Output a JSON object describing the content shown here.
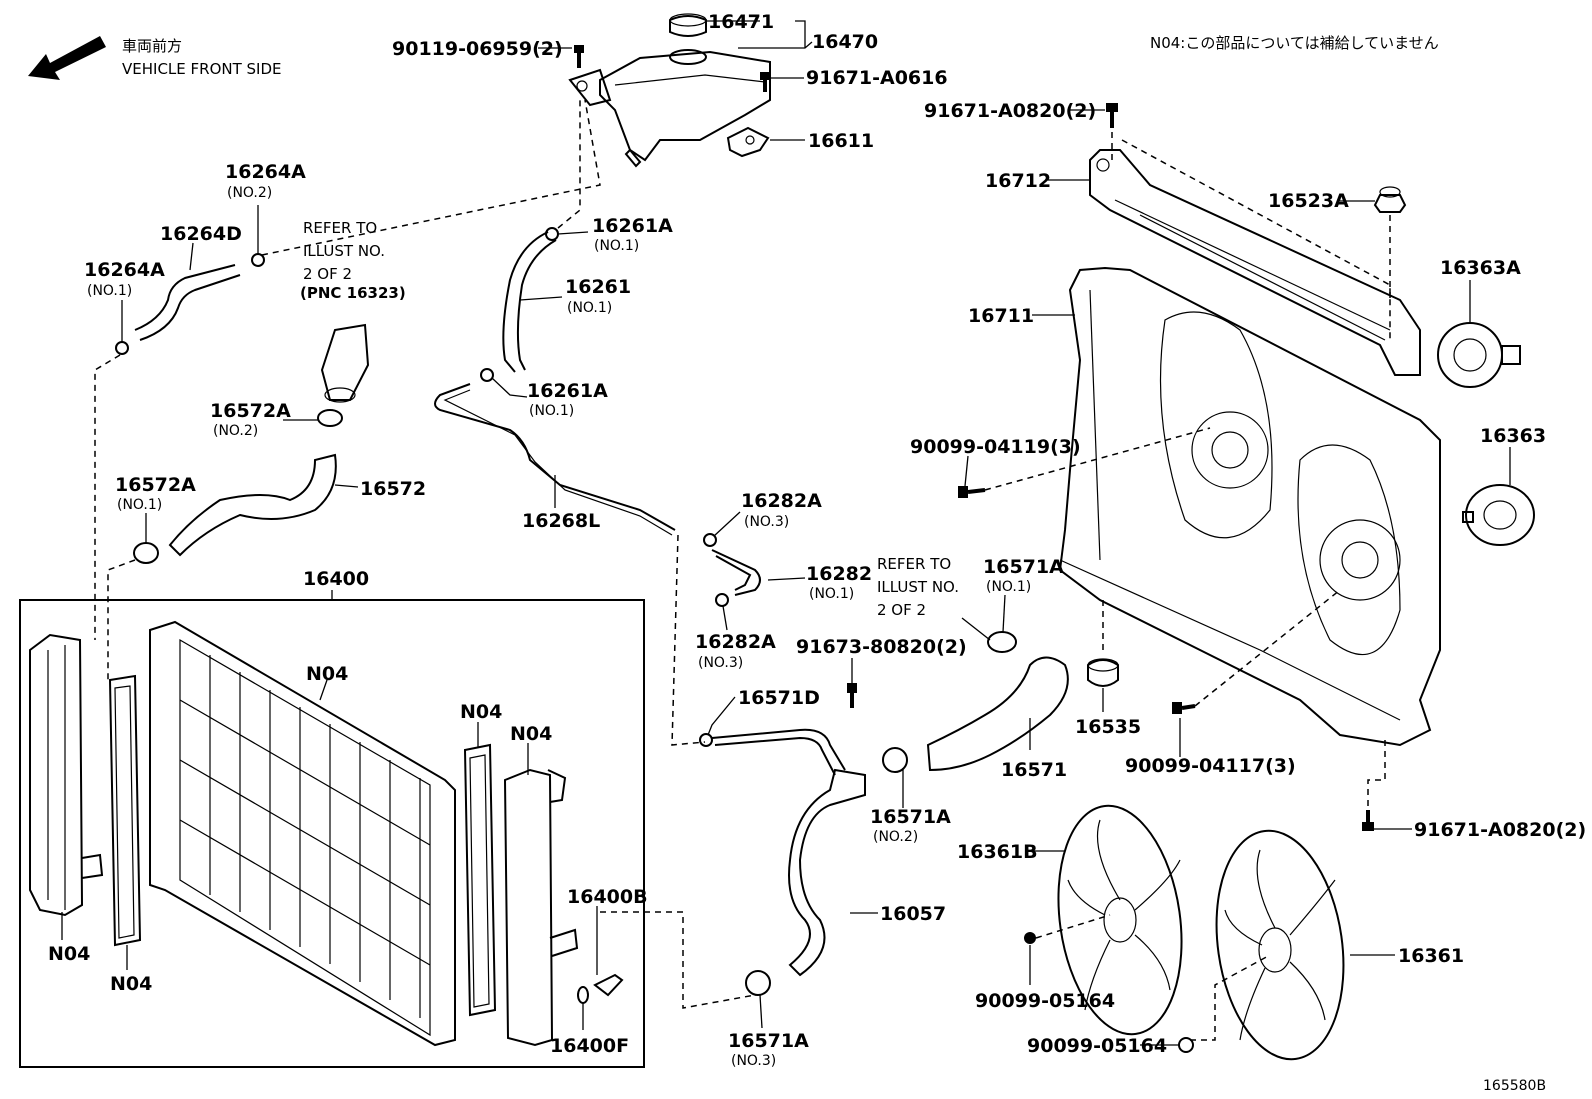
{
  "direction": {
    "jp": "車両前方",
    "en": "VEHICLE FRONT SIDE"
  },
  "note": "N04:この部品については補給していません",
  "drawing_id": "165580B",
  "refer_notes": {
    "a": {
      "l1": "REFER TO",
      "l2": "ILLUST NO.",
      "l3": "2 OF 2",
      "l4": "(PNC 16323)"
    },
    "b": {
      "l1": "REFER TO",
      "l2": "ILLUST NO.",
      "l3": "2 OF 2"
    }
  },
  "callouts": {
    "p16471": "16471",
    "p16470": "16470",
    "p90119": "90119-06959(2)",
    "p91671a0616": "91671-A0616",
    "p16611": "16611",
    "p91671a0820top": "91671-A0820(2)",
    "p16712": "16712",
    "p16523a": "16523A",
    "p16363a": "16363A",
    "p16711": "16711",
    "p16363": "16363",
    "p90099_04119": "90099-04119(3)",
    "p16264a2": "16264A",
    "p16264a2_sub": "(NO.2)",
    "p16264d": "16264D",
    "p16264a1": "16264A",
    "p16264a1_sub": "(NO.1)",
    "p16261a1": "16261A",
    "p16261a1_sub": "(NO.1)",
    "p16261": "16261",
    "p16261_sub": "(NO.1)",
    "p16261a2": "16261A",
    "p16261a2_sub": "(NO.1)",
    "p16572a2": "16572A",
    "p16572a2_sub": "(NO.2)",
    "p16572a1": "16572A",
    "p16572a1_sub": "(NO.1)",
    "p16572": "16572",
    "p16268l": "16268L",
    "p16282a_top": "16282A",
    "p16282a_top_sub": "(NO.3)",
    "p16282": "16282",
    "p16282_sub": "(NO.1)",
    "p16282a_bot": "16282A",
    "p16282a_bot_sub": "(NO.3)",
    "p16571a1": "16571A",
    "p16571a1_sub": "(NO.1)",
    "p91673": "91673-80820(2)",
    "p16535": "16535",
    "p90099_04117": "90099-04117(3)",
    "p16571d": "16571D",
    "p16571": "16571",
    "p16571a2": "16571A",
    "p16571a2_sub": "(NO.2)",
    "p91671a0820bot": "91671-A0820(2)",
    "p16361b": "16361B",
    "p16057": "16057",
    "p16400": "16400",
    "n04_core": "N04",
    "n04_seal_r": "N04",
    "n04_tank_r": "N04",
    "n04_tank_l": "N04",
    "n04_seal_l": "N04",
    "p16400b": "16400B",
    "p16400f": "16400F",
    "p16571a3": "16571A",
    "p16571a3_sub": "(NO.3)",
    "p90099_05164a": "90099-05164",
    "p90099_05164b": "90099-05164",
    "p16361": "16361"
  }
}
